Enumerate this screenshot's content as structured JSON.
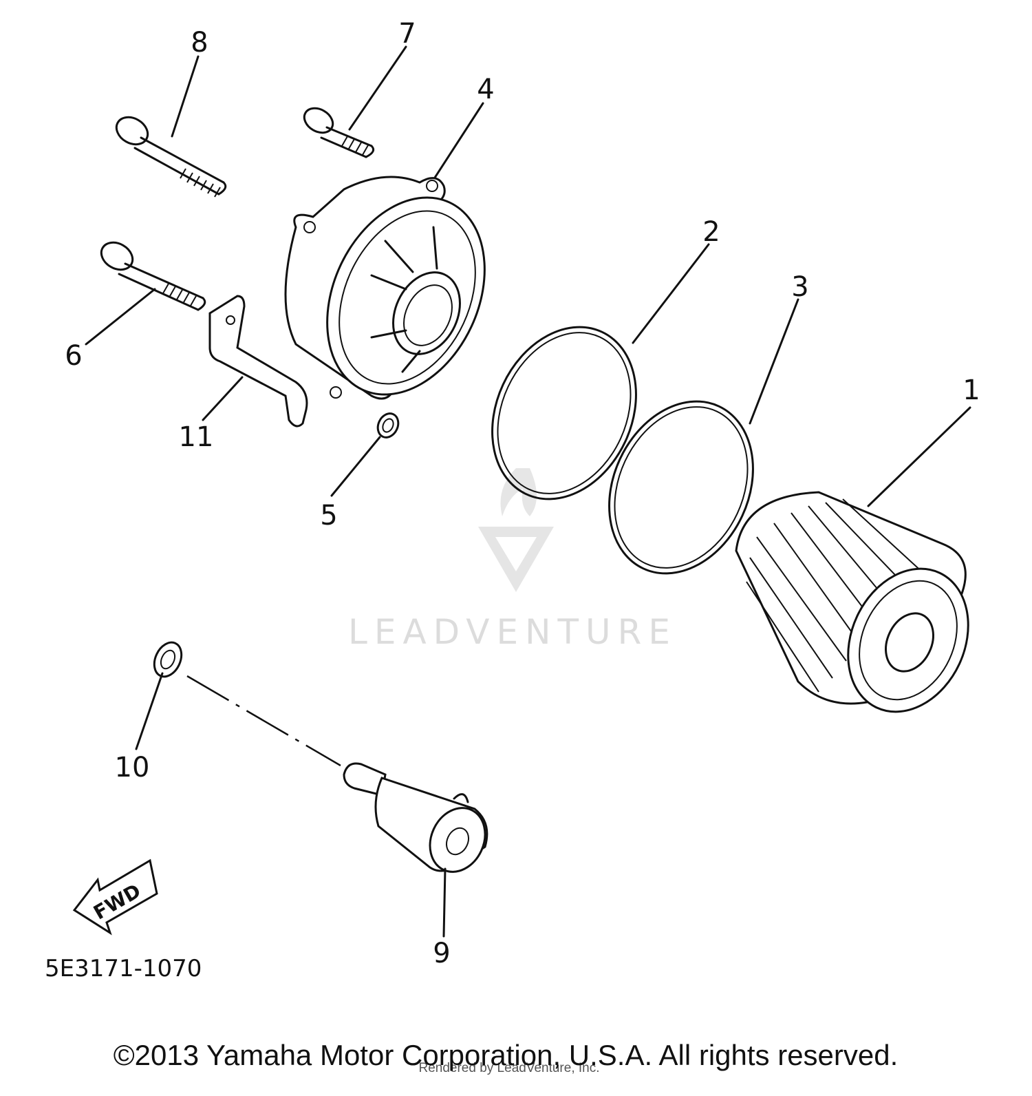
{
  "watermark": {
    "text": "LEADVENTURE"
  },
  "callouts": [
    {
      "id": "1",
      "label": "1"
    },
    {
      "id": "2",
      "label": "2"
    },
    {
      "id": "3",
      "label": "3"
    },
    {
      "id": "4",
      "label": "4"
    },
    {
      "id": "5",
      "label": "5"
    },
    {
      "id": "6",
      "label": "6"
    },
    {
      "id": "7",
      "label": "7"
    },
    {
      "id": "8",
      "label": "8"
    },
    {
      "id": "9",
      "label": "9"
    },
    {
      "id": "10",
      "label": "10"
    },
    {
      "id": "11",
      "label": "11"
    }
  ],
  "fwd_arrow": {
    "label": "FWD"
  },
  "diagram_number": "5E3171-1070",
  "copyright": "©2013 Yamaha Motor Corporation, U.S.A. All rights reserved.",
  "rendered_by": "Rendered by LeadVenture, Inc."
}
